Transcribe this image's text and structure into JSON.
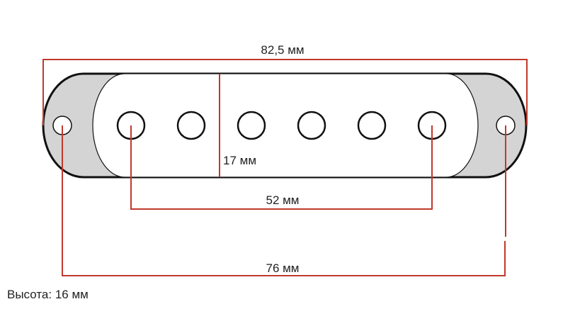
{
  "dimensions": {
    "overall_length": "82,5 мм",
    "inner_height": "17 мм",
    "pole_span": "52 мм",
    "mount_span": "76 мм"
  },
  "note": "Высота: 16 мм",
  "colors": {
    "dimension_line": "#c0392b",
    "outline": "#111111",
    "ear_fill": "#d4d4d4",
    "body_fill": "#ffffff",
    "text": "#222222"
  }
}
